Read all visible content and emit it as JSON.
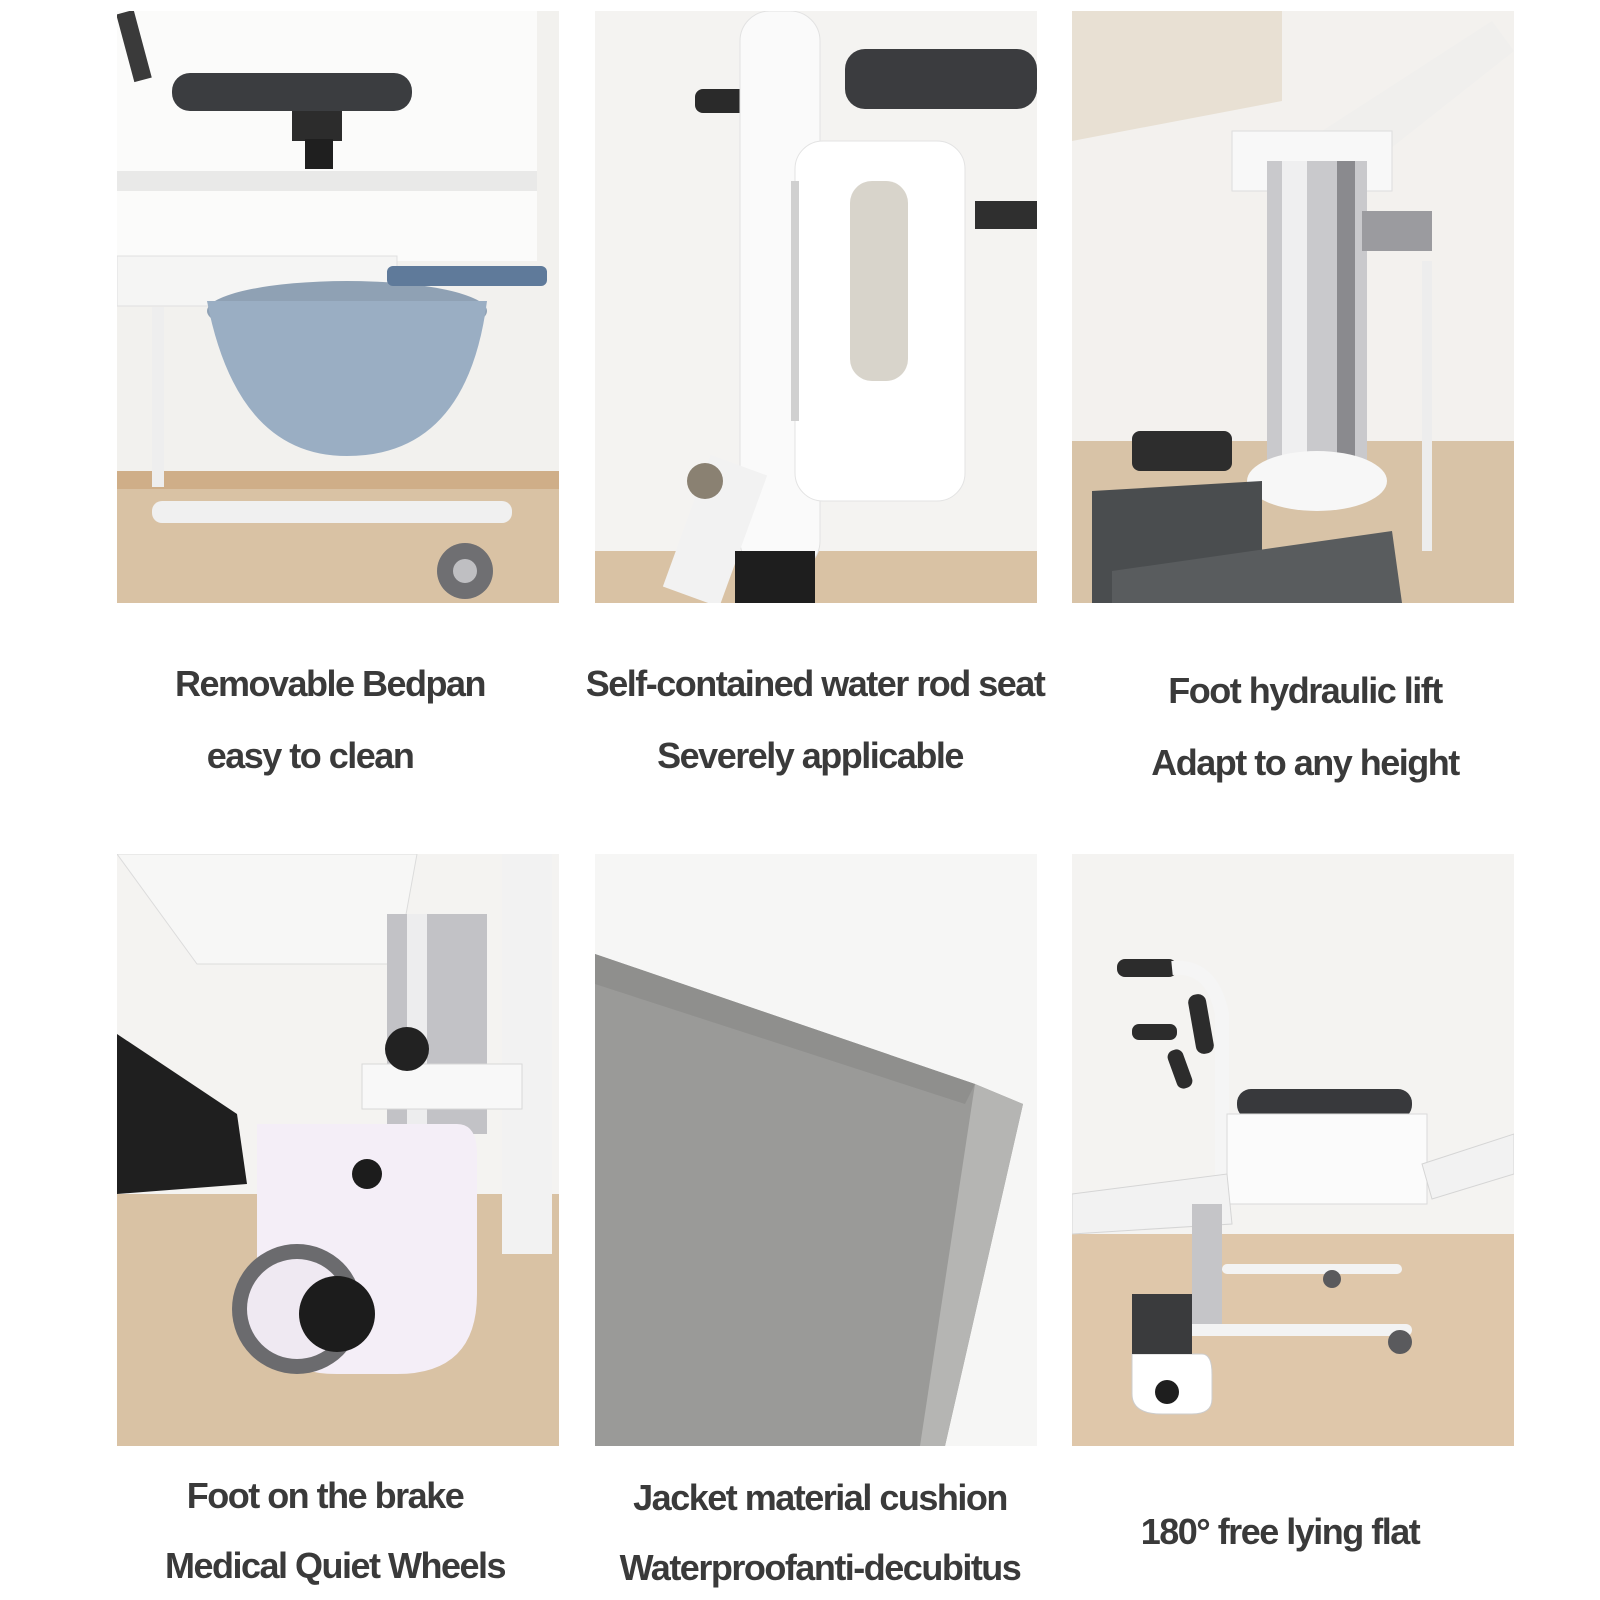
{
  "features": [
    {
      "line1": "Removable Bedpan",
      "line2": "easy to clean",
      "image": "removable-bedpan-photo"
    },
    {
      "line1": "Self-contained water rod seat",
      "line2": "Severely applicable",
      "image": "water-rod-seat-photo"
    },
    {
      "line1": "Foot hydraulic lift",
      "line2": "Adapt to any height",
      "image": "hydraulic-lift-photo"
    },
    {
      "line1": "Foot on the brake",
      "line2": "Medical Quiet Wheels",
      "image": "brake-wheel-photo"
    },
    {
      "line1": "Jacket material cushion",
      "line2": "Waterproofanti-decubitus",
      "image": "cushion-fabric-photo"
    },
    {
      "line1": "180° free lying flat",
      "line2": "",
      "image": "full-chair-photo"
    }
  ]
}
